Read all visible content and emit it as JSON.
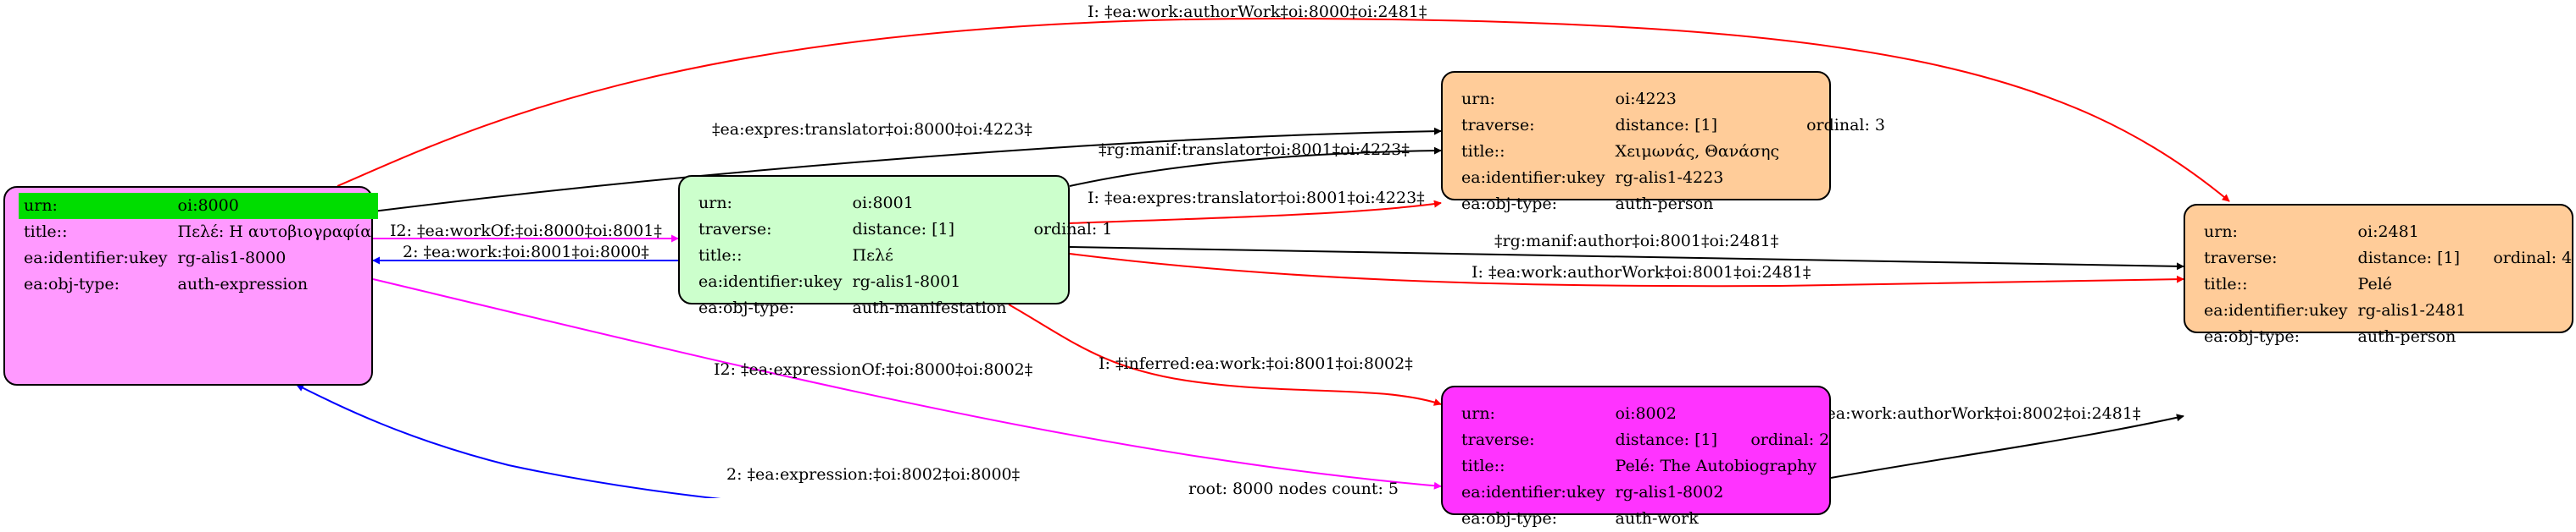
{
  "colors": {
    "expression_fill": "#ff99ff",
    "manifestation_fill": "#ccffcc",
    "person_fill": "#ffcc99",
    "work_fill": "#ff33ff",
    "root_highlight": "#00dd00",
    "edge_black": "#000000",
    "edge_red": "#ff0000",
    "edge_blue": "#0000ff",
    "edge_magenta": "#ff00ff"
  },
  "nodes": {
    "n8000": {
      "icon": "rounded-record-node",
      "rows": [
        {
          "key": "urn:",
          "value": "oi:8000"
        },
        {
          "key": "title::",
          "value": "Πελέ: Η αυτοβιογραφία"
        },
        {
          "key": "ea:identifier:ukey",
          "value": "rg-alis1-8000"
        },
        {
          "key": "ea:obj-type:",
          "value": "auth-expression"
        }
      ]
    },
    "n8001": {
      "icon": "rounded-record-node",
      "rows": [
        {
          "key": "urn:",
          "value": "oi:8001"
        },
        {
          "key": "traverse:",
          "value": "distance: [1]",
          "extra": "ordinal: 1"
        },
        {
          "key": "title::",
          "value": "Πελέ"
        },
        {
          "key": "ea:identifier:ukey",
          "value": "rg-alis1-8001"
        },
        {
          "key": "ea:obj-type:",
          "value": "auth-manifestation"
        }
      ]
    },
    "n4223": {
      "icon": "rounded-record-node",
      "rows": [
        {
          "key": "urn:",
          "value": "oi:4223"
        },
        {
          "key": "traverse:",
          "value": "distance: [1]",
          "extra": "ordinal: 3"
        },
        {
          "key": "title::",
          "value": "Χειμωνάς, Θανάσης"
        },
        {
          "key": "ea:identifier:ukey",
          "value": "rg-alis1-4223"
        },
        {
          "key": "ea:obj-type:",
          "value": "auth-person"
        }
      ]
    },
    "n8002": {
      "icon": "rounded-record-node",
      "rows": [
        {
          "key": "urn:",
          "value": "oi:8002"
        },
        {
          "key": "traverse:",
          "value": "distance: [1]",
          "extra": "ordinal: 2"
        },
        {
          "key": "title::",
          "value": "Pelé: The Autobiography"
        },
        {
          "key": "ea:identifier:ukey",
          "value": "rg-alis1-8002"
        },
        {
          "key": "ea:obj-type:",
          "value": "auth-work"
        }
      ]
    },
    "n2481": {
      "icon": "rounded-record-node",
      "rows": [
        {
          "key": "urn:",
          "value": "oi:2481"
        },
        {
          "key": "traverse:",
          "value": "distance: [1]",
          "extra": "ordinal: 4"
        },
        {
          "key": "title::",
          "value": "Pelé"
        },
        {
          "key": "ea:identifier:ukey",
          "value": "rg-alis1-2481"
        },
        {
          "key": "ea:obj-type:",
          "value": "auth-person"
        }
      ]
    }
  },
  "edges": {
    "e_author_8000_2481": "I: ‡ea:work:authorWork‡oi:8000‡oi:2481‡",
    "e_translator_8000_4223": "‡ea:expres:translator‡oi:8000‡oi:4223‡",
    "e_manif_translator": "‡rg:manif:translator‡oi:8001‡oi:4223‡",
    "e_inv_translator_8001": "I: ‡ea:expres:translator‡oi:8001‡oi:4223‡",
    "e_workof": "I2: ‡ea:workOf:‡oi:8000‡oi:8001‡",
    "e_work_8001_8000": "2: ‡ea:work:‡oi:8001‡oi:8000‡",
    "e_manif_author": "‡rg:manif:author‡oi:8001‡oi:2481‡",
    "e_inv_author_8001": "I: ‡ea:work:authorWork‡oi:8001‡oi:2481‡",
    "e_inferred": "I: ‡inferred:ea:work:‡oi:8001‡oi:8002‡",
    "e_expressionof": "I2: ‡ea:expressionOf:‡oi:8000‡oi:8002‡",
    "e_expression": "2: ‡ea:expression:‡oi:8002‡oi:8000‡",
    "e_author_8002": "‡ea:work:authorWork‡oi:8002‡oi:2481‡"
  },
  "footer": "root: 8000 nodes count: 5"
}
